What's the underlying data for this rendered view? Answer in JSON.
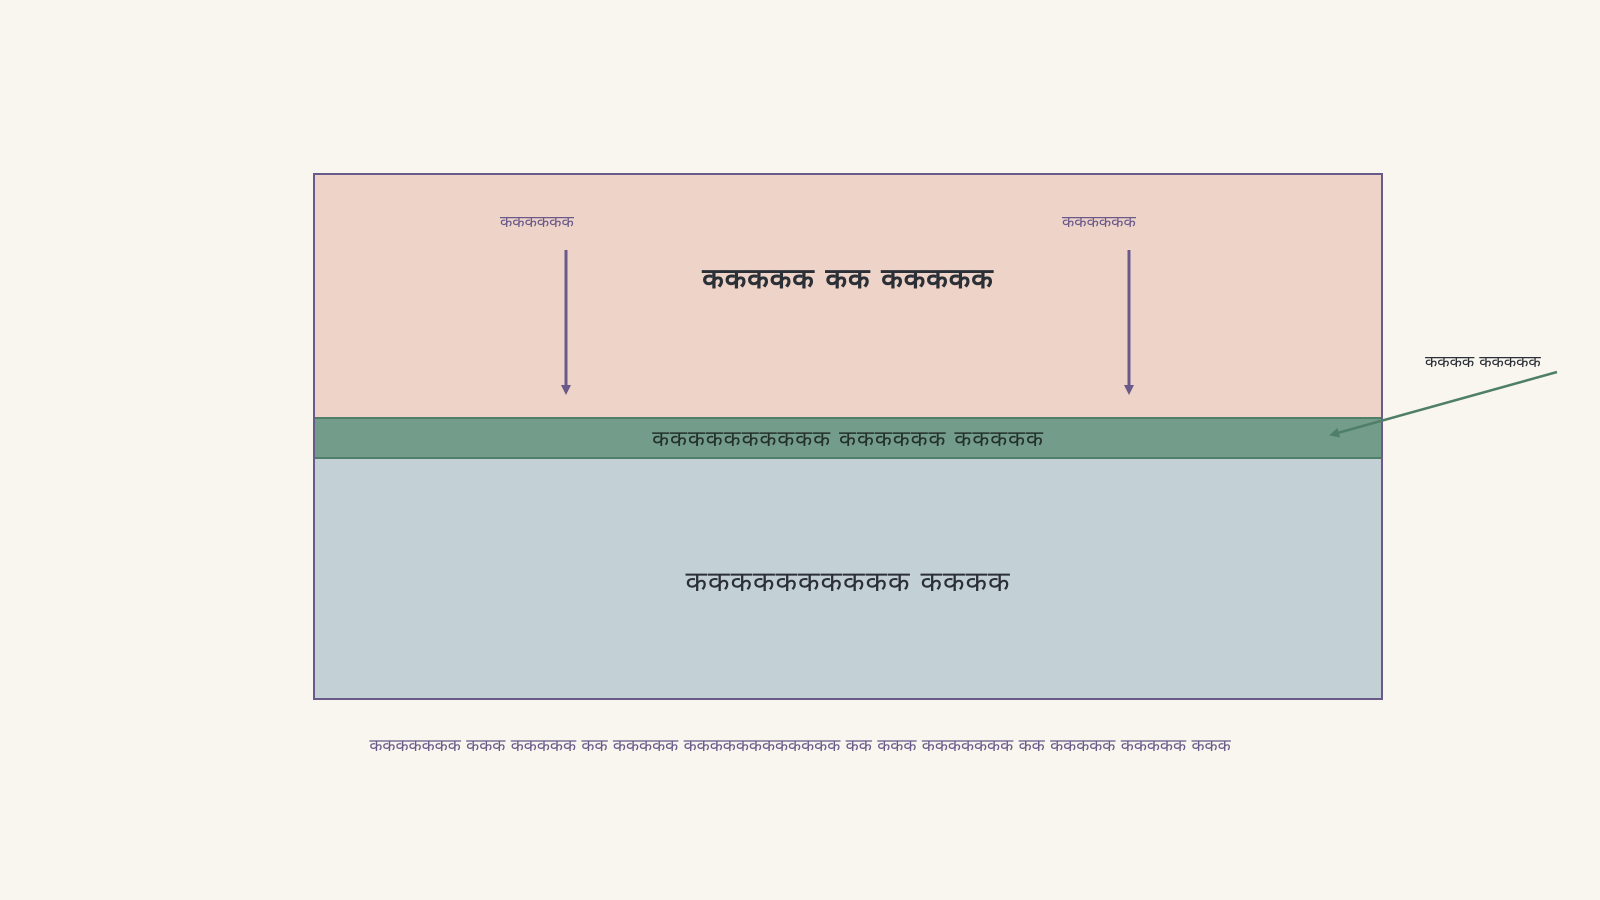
{
  "diagram": {
    "upper_region": {
      "title": "ककककक कक ककककक",
      "left_label": "कककककक",
      "right_label": "कककककक"
    },
    "band": {
      "title": "कककककककककक कककककक ककककक"
    },
    "lower_region": {
      "title": "कककककककककक कककक"
    },
    "side_annotation": "कककक ककककक",
    "caption": "ककककककक ककक ककककक कक ककककक कककककककककककक कक ककक ककककककक कक ककककक ककककक ककक"
  },
  "colors": {
    "background": "#f9f6ef",
    "upper_fill": "#eed3c9",
    "band_fill": "#739d8a",
    "lower_fill": "#c3d1d6",
    "frame_stroke": "#6a5a8a",
    "arrow_purple": "#6a5a8a",
    "arrow_green": "#4f7f69"
  }
}
